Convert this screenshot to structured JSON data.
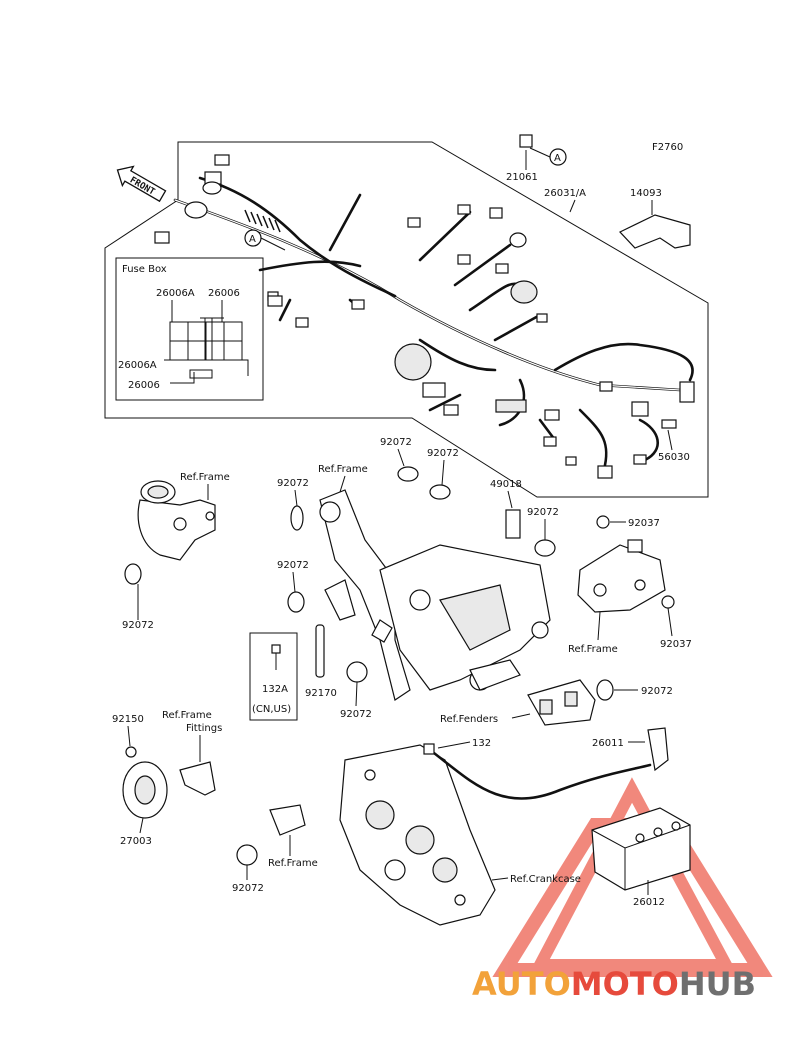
{
  "figure_code": "F2760",
  "front_label": "FRONT",
  "fuse_box": {
    "title": "Fuse Box",
    "labels": [
      "26006A",
      "26006",
      "26006A",
      "26006"
    ]
  },
  "parts": {
    "p21061": "21061",
    "p26031": "26031/A",
    "p14093": "14093",
    "p56030": "56030",
    "p92072_a": "92072",
    "p92072_b": "92072",
    "p92072_c": "92072",
    "p92072_d": "92072",
    "p92072_e": "92072",
    "p92072_f": "92072",
    "p92072_g": "92072",
    "p92072_h": "92072",
    "p49018": "49018",
    "p92072_i": "92072",
    "p92037_a": "92037",
    "p92037_b": "92037",
    "p132a": "132A",
    "p132a_note": "(CN,US)",
    "p92170": "92170",
    "p92150": "92150",
    "p27003": "27003",
    "p132": "132",
    "p26011": "26011",
    "p26012": "26012"
  },
  "refs": {
    "frame_1": "Ref.Frame",
    "frame_2": "Ref.Frame",
    "frame_3": "Ref.Frame",
    "frame_fittings_1": "Ref.Frame",
    "frame_fittings_2": "Fittings",
    "frame_4": "Ref.Frame",
    "fenders": "Ref.Fenders",
    "crankcase": "Ref.Crankcase"
  },
  "callout_marker": "A",
  "watermark": "AUTOMOTOHUB",
  "watermark_colors": {
    "auto": "#f2a23a",
    "moto": "#e64a3c",
    "hub": "#6f6f6f",
    "triangle": "#e8403c"
  }
}
